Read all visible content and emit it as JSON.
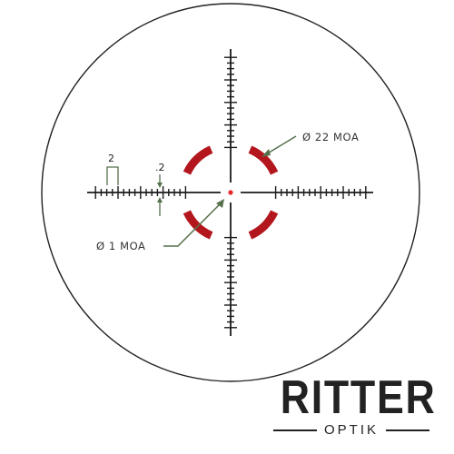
{
  "colors": {
    "reticle": "#1a1a1a",
    "circle": "#222222",
    "ring": "#b3171d",
    "dot": "#e8262b",
    "callout": "#55704c"
  },
  "annotations": {
    "outer_ring": "Ø 22 MOA",
    "center_dot": "Ø 1 MOA",
    "hash_spacing": "2",
    "hash_length": ".2"
  },
  "logo": {
    "name": "RITTER",
    "sub": "OPTIK"
  }
}
